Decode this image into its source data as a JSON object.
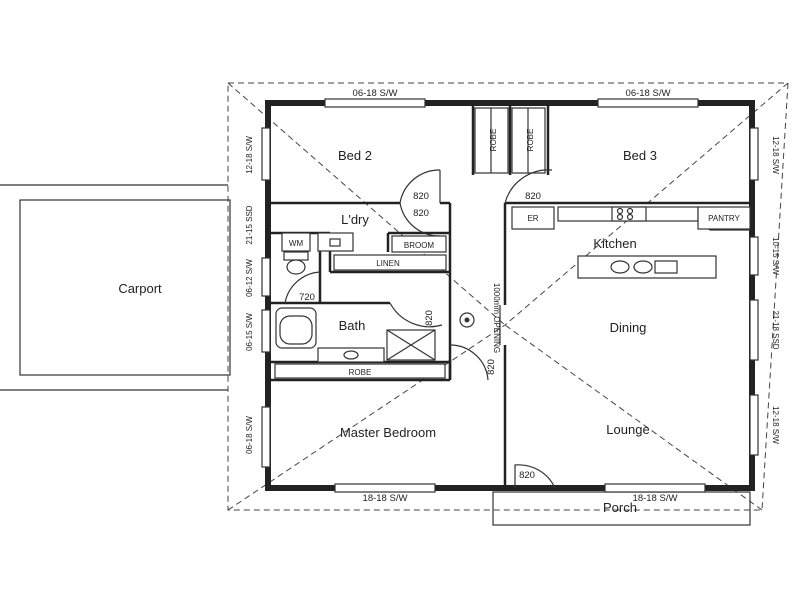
{
  "rooms": {
    "bed2": "Bed 2",
    "bed3": "Bed 3",
    "laundry": "L'dry",
    "kitchen": "Kitchen",
    "carport": "Carport",
    "bath": "Bath",
    "dining": "Dining",
    "master": "Master Bedroom",
    "lounge": "Lounge",
    "porch": "Porch"
  },
  "fixtures": {
    "robe_top_left": "ROBE",
    "robe_top_right": "ROBE",
    "robe_bath": "ROBE",
    "broom": "BROOM",
    "linen": "LINEN",
    "wm": "WM",
    "er": "ER",
    "pantry": "PANTRY",
    "opening": "1000mm OPENING"
  },
  "doors": {
    "bed2": "820",
    "laundry": "820",
    "bed3": "820",
    "wc": "720",
    "bath": "820",
    "master": "820",
    "entry": "820"
  },
  "windows": {
    "top_left": "06-18 S/W",
    "top_right": "06-18 S/W",
    "bottom_left": "18-18 S/W",
    "bottom_right": "18-18 S/W",
    "left_bed2": "12-18 S/W",
    "left_ldry": "21-15 SSD",
    "left_wc": "06-12 S/W",
    "left_bath": "06-15 S/W",
    "left_master": "06-18 S/W",
    "right_bed3": "12-18 S/W",
    "right_kitchen": "10-15 S/W",
    "right_dining": "21-18 SSD",
    "right_lounge": "12-18 S/W"
  }
}
